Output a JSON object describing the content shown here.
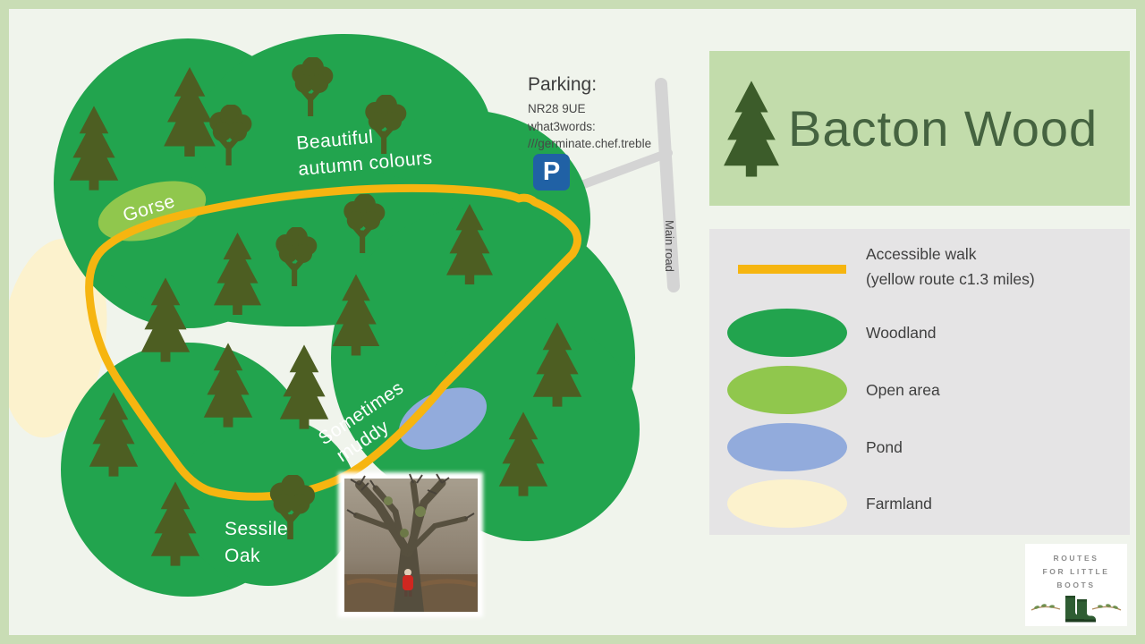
{
  "header": {
    "title": "Bacton Wood"
  },
  "parking": {
    "title": "Parking:",
    "postcode": "NR28 9UE",
    "w3w_label": "what3words:",
    "w3w_address": "///germinate.chef.treble",
    "icon_letter": "P"
  },
  "map_labels": {
    "autumn_line1": "Beautiful",
    "autumn_line2": "autumn colours",
    "gorse": "Gorse",
    "muddy_line1": "Sometimes",
    "muddy_line2": "muddy",
    "sessile_line1": "Sessile",
    "sessile_line2": "Oak",
    "main_road": "Main road"
  },
  "legend": {
    "route": {
      "label_line1": "Accessible walk",
      "label_line2": "(yellow route c1.3 miles)",
      "color": "#f6b510"
    },
    "items": [
      {
        "label": "Woodland",
        "color": "#22a44e"
      },
      {
        "label": "Open area",
        "color": "#90c74d"
      },
      {
        "label": "Pond",
        "color": "#92abdc"
      },
      {
        "label": "Farmland",
        "color": "#fcf2cd"
      }
    ]
  },
  "logo": {
    "line1": "ROUTES",
    "line2": "FOR LITTLE",
    "line3": "BOOTS"
  },
  "colors": {
    "woodland": "#22a44e",
    "open_area": "#90c74d",
    "pond": "#92abdc",
    "farmland": "#fcf2cd",
    "route_yellow": "#f6b510",
    "tree": "#4d5e22",
    "banner": "#c2dcab",
    "legend_bg": "#e5e4e5",
    "page_border": "#c9ddb5",
    "background": "#f0f4ec",
    "road": "#d4d4d4",
    "parking_blue": "#2061a5"
  }
}
